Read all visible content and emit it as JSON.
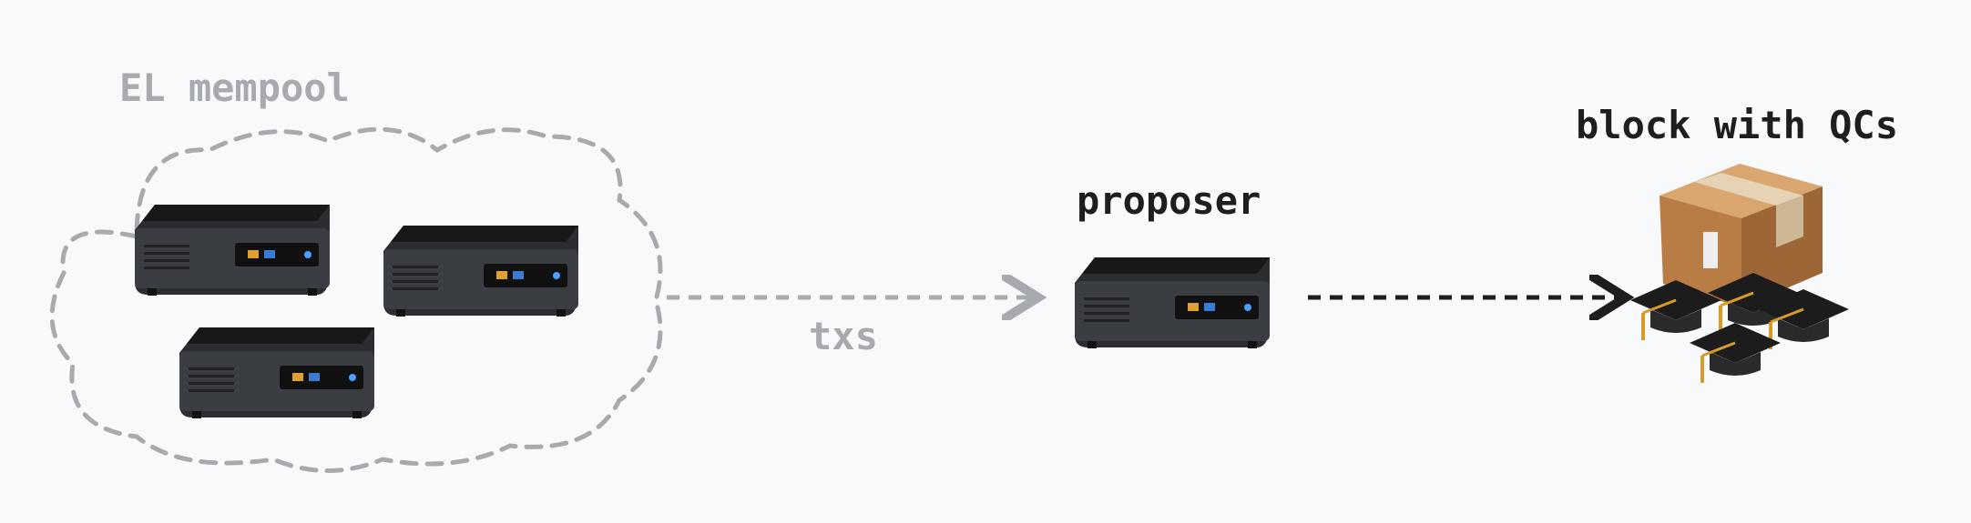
{
  "labels": {
    "mempool": "EL mempool",
    "txs": "txs",
    "proposer": "proposer",
    "block": "block with QCs"
  },
  "colors": {
    "background": "#f8f9fa",
    "gray": "#a7abaf",
    "dark": "#1e1e1e",
    "box": "#c08a55"
  }
}
